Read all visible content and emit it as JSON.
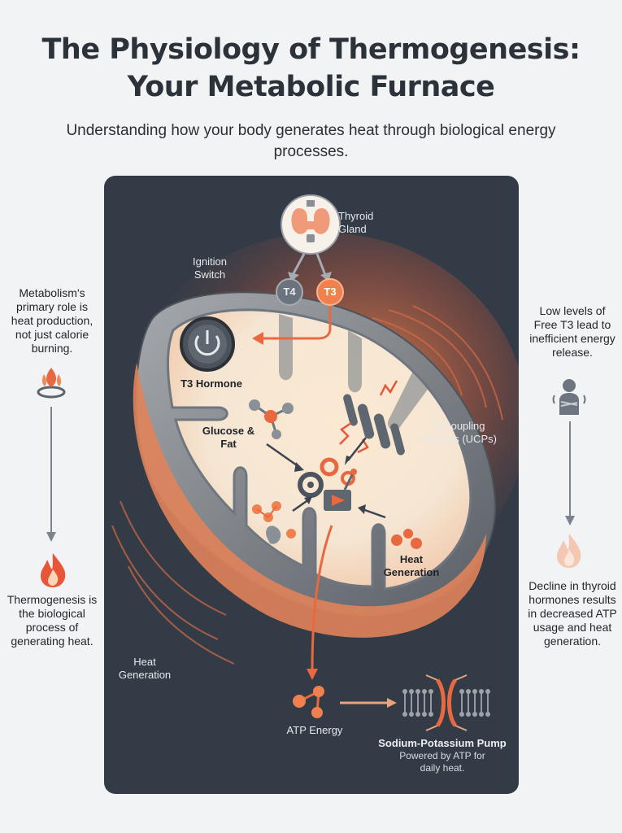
{
  "header": {
    "title_line1": "The Physiology of Thermogenesis:",
    "title_line2": "Your Metabolic Furnace",
    "subtitle": "Understanding how your body generates heat through biological energy processes."
  },
  "left_column": {
    "top_text": "Metabolism's primary role is heat production, not just calorie burning.",
    "bottom_text": "Thermogenesis is the biological process of generating heat."
  },
  "right_column": {
    "top_text": "Low levels of Free T3 lead to inefficient energy release.",
    "bottom_text": "Decline in thyroid hormones results in decreased ATP usage and heat generation."
  },
  "diagram": {
    "thyroid_label": "Thyroid Gland",
    "t4_label": "T4",
    "t3_label": "T3",
    "ignition_label": "Ignition Switch",
    "t3_hormone_label": "T3 Hormone",
    "glucose_label": "Glucose & Fat",
    "uncoupling_label": "Uncoupling Proteins (UCPs)",
    "heat_generation_inner": "Heat Generation",
    "heat_generation_outer": "Heat Generation",
    "atp_label": "ATP Energy",
    "pump_title": "Sodium-Potassium Pump",
    "pump_subtitle": "Powered by ATP for daily heat."
  },
  "colors": {
    "panel": "#333b47",
    "accent_orange": "#e8683f",
    "cream": "#f6ecdc",
    "membrane": "#6e7680"
  }
}
